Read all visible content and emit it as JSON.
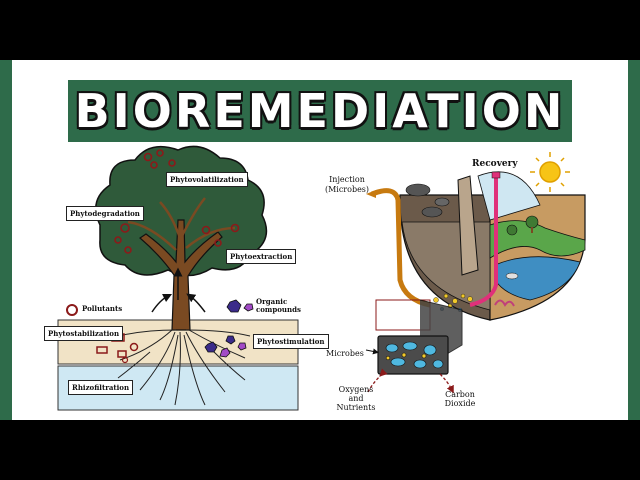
{
  "title": "BIOREMEDIATION",
  "phyto": {
    "labels": {
      "phytovolatilization": "Phytovolatilization",
      "phytodegradation": "Phytodegradation",
      "phytoextraction": "Phytoextraction",
      "phytostabilization": "Phytostabilization",
      "phytostimulation": "Phytostimulation",
      "rhizofiltration": "Rhizofiltration"
    },
    "legend": {
      "pollutants": "Pollutants",
      "organic": "Organic compounds"
    }
  },
  "microbial": {
    "injection": "Injection (Microbes)",
    "recovery": "Recovery",
    "microbes": "Microbes",
    "oxygens": "Oxygens and Nutrients",
    "carbon": "Carbon Dioxide"
  },
  "colors": {
    "banner": "#2e6b4a",
    "foliage": "#2f5a3a",
    "trunk": "#7a4a22",
    "soil": "#f1e3c6",
    "water": "#cfe8f3",
    "pollutant": "#8b1a1a",
    "organic": "#3b2b8a"
  }
}
